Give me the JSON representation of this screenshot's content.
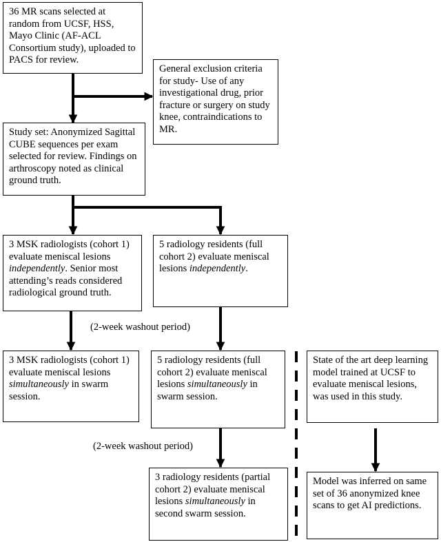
{
  "boxes": {
    "scans": "36 MR scans selected at random from UCSF, HSS, Mayo Clinic (AF-ACL Consortium study), uploaded to PACS for review.",
    "exclusion": "General exclusion criteria for study- Use of any investigational drug, prior fracture or surgery on study knee, contraindications to MR.",
    "study_set": "Study set: Anonymized Sagittal CUBE sequences per exam selected for review. Findings on arthroscopy noted as clinical ground truth.",
    "msk_independent": {
      "before": "3 MSK radiologists (cohort 1) evaluate meniscal lesions ",
      "emph": "independently",
      "after": ". Senior most attending’s reads considered radiological ground truth."
    },
    "residents_independent": {
      "before": "5 radiology residents (full cohort 2) evaluate meniscal lesions ",
      "emph": "independently",
      "after": "."
    },
    "msk_swarm": {
      "before": "3 MSK radiologists (cohort 1) evaluate meniscal lesions ",
      "emph": "simultaneously",
      "after": " in swarm session."
    },
    "residents_swarm": {
      "before": "5 radiology residents (full cohort 2) evaluate meniscal lesions ",
      "emph": "simultaneously",
      "after": " in swarm session."
    },
    "partial_swarm": {
      "before": "3 radiology residents (partial cohort 2) evaluate meniscal lesions ",
      "emph": "simultaneously",
      "after": " in second swarm session."
    },
    "ai_model": "State of the art deep learning model trained at UCSF to evaluate meniscal lesions, was used in this study.",
    "ai_inference": "Model was inferred on same set of 36 anonymized knee scans to get AI predictions."
  },
  "washout_1": "(2-week washout period)",
  "washout_2": "(2-week washout period)"
}
